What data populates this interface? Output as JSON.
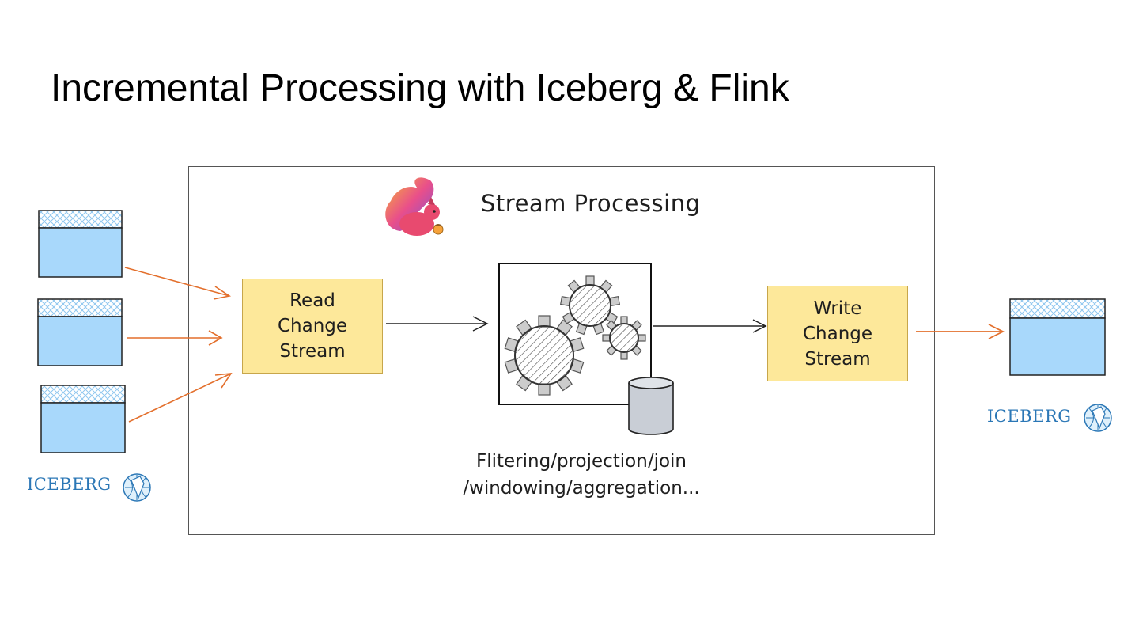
{
  "title": "Incremental Processing with Iceberg & Flink",
  "frame": {
    "title": "Stream Processing"
  },
  "read_step": {
    "lines": [
      "Read",
      "Change",
      "Stream"
    ]
  },
  "write_step": {
    "lines": [
      "Write",
      "Change",
      "Stream"
    ]
  },
  "caption": {
    "lines": [
      "Flitering/projection/join",
      "/windowing/aggregation..."
    ]
  },
  "source_brand": "ICEBERG",
  "sink_brand": "ICEBERG",
  "icons": {
    "flink_logo": "squirrel-logo",
    "processing": "gears-icon",
    "state": "database-icon",
    "table": "table-icon",
    "iceberg_logo": "iceberg-globe-icon"
  },
  "colors": {
    "step_fill": "#fde89a",
    "table_fill": "#a8d8fb",
    "flow_arrow": "#e36f2c",
    "brand": "#2b77b6"
  }
}
